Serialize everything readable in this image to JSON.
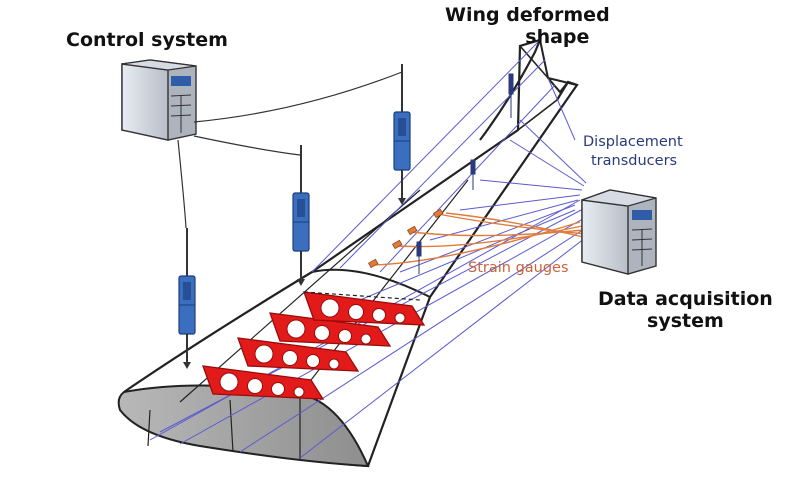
{
  "labels": {
    "control_system": "Control system",
    "wing_deformed_line1": "Wing deformed",
    "wing_deformed_line2": "shape",
    "displacement_line1": "Displacement",
    "displacement_line2": "transducers",
    "strain_gauges": "Strain gauges",
    "daq_line1": "Data acquisition",
    "daq_line2": "system"
  },
  "colors": {
    "actuator": "#3a6fbf",
    "rib": "#e21a1a",
    "strain_gauge": "#e07b3c",
    "transducer_line": "#5a5ad0",
    "wing_outline": "#222222",
    "displacement_text": "#2a3a7a",
    "strain_text": "#c8643c"
  }
}
